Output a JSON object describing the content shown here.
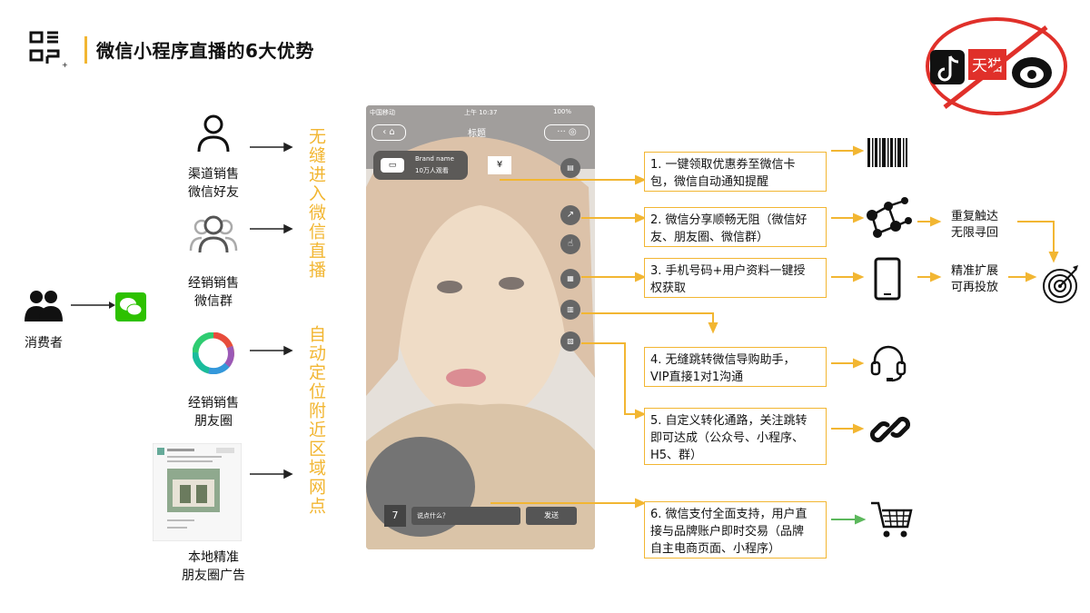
{
  "header": {
    "title": "微信小程序直播的6大优势"
  },
  "left": {
    "consumer_label": "消费者",
    "items": [
      {
        "label_line1": "渠道销售",
        "label_line2": "微信好友"
      },
      {
        "label_line1": "经销销售",
        "label_line2": "微信群"
      },
      {
        "label_line1": "经销销售",
        "label_line2": "朋友圈"
      },
      {
        "label_line1": "本地精准",
        "label_line2": "朋友圈广告"
      }
    ]
  },
  "vertical": {
    "top": "无缝进入微信直播",
    "bottom": "自动定位附近区域网点"
  },
  "phone": {
    "status_carrier": "中国移动",
    "status_time": "上午 10:37",
    "status_battery": "100%",
    "nav_title": "标题",
    "brand_name": "Brand name",
    "brand_viewers": "10万人观看",
    "comment_count": "7",
    "comment_placeholder": "说点什么？",
    "send_label": "发送"
  },
  "features": [
    {
      "text_line1": "1. 一键领取优惠券至微信卡",
      "text_line2": "包，微信自动通知提醒"
    },
    {
      "text_line1": "2. 微信分享顺畅无阻（微信好",
      "text_line2": "友、朋友圈、微信群）"
    },
    {
      "text_line1": "3. 手机号码+用户资料一键授",
      "text_line2": "权获取"
    },
    {
      "text_line1": "4. 无缝跳转微信导购助手，",
      "text_line2": "VIP直接1对1沟通"
    },
    {
      "text_line1": "5. 自定义转化通路，关注跳转",
      "text_line2": "即可达成（公众号、小程序、",
      "text_line3": "H5、群）"
    },
    {
      "text_line1": "6. 微信支付全面支持，用户直",
      "text_line2": "接与品牌账户即时交易（品牌",
      "text_line3": "自主电商页面、小程序）"
    }
  ],
  "right_labels": {
    "reach_line1": "重复触达",
    "reach_line2": "无限寻回",
    "expand_line1": "精准扩展",
    "expand_line2": "可再投放"
  },
  "banned_badge": {
    "tmall_text": "天猫"
  },
  "colors": {
    "accent": "#f2b632",
    "wechat_green": "#2dc100",
    "arrow_green": "#5cb85c"
  },
  "icons": [
    "asap-logo",
    "person-icon",
    "group-icon",
    "moments-icon",
    "ad-thumbnail",
    "wechat-icon",
    "barcode-icon",
    "network-icon",
    "mobile-phone-icon",
    "headset-icon",
    "link-icon",
    "shopping-cart-icon",
    "target-icon",
    "banned-platforms-icon"
  ]
}
